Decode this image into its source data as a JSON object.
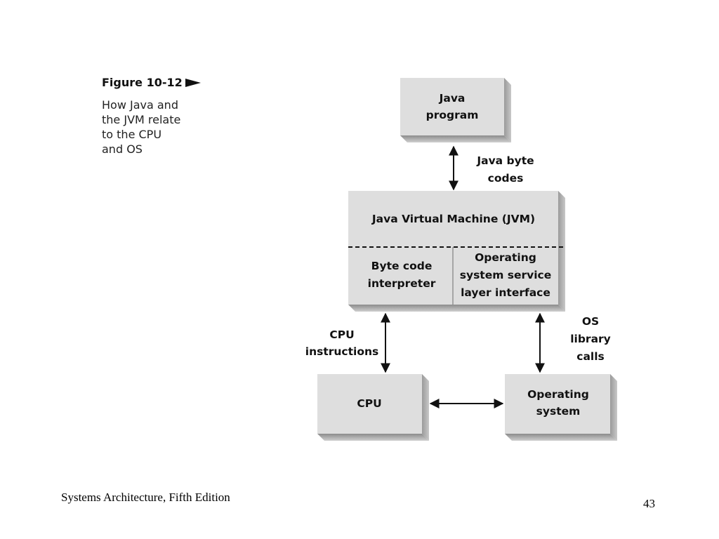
{
  "figure": {
    "title": "Figure 10-12",
    "description_lines": [
      "How Java and",
      "the JVM relate",
      "to the CPU",
      "and OS"
    ]
  },
  "diagram": {
    "java_program": [
      "Java",
      "program"
    ],
    "jvm_title": "Java Virtual Machine (JVM)",
    "byte_code_interpreter": [
      "Byte code",
      "interpreter"
    ],
    "os_service_layer": [
      "Operating",
      "system service",
      "layer interface"
    ],
    "cpu": "CPU",
    "operating_system": [
      "Operating",
      "system"
    ],
    "labels": {
      "java_byte_codes": [
        "Java byte",
        "codes"
      ],
      "cpu_instructions": [
        "CPU",
        "instructions"
      ],
      "os_library_calls": [
        "OS",
        "library",
        "calls"
      ]
    }
  },
  "footer": {
    "book": "Systems Architecture, Fifth Edition",
    "page": "43"
  }
}
